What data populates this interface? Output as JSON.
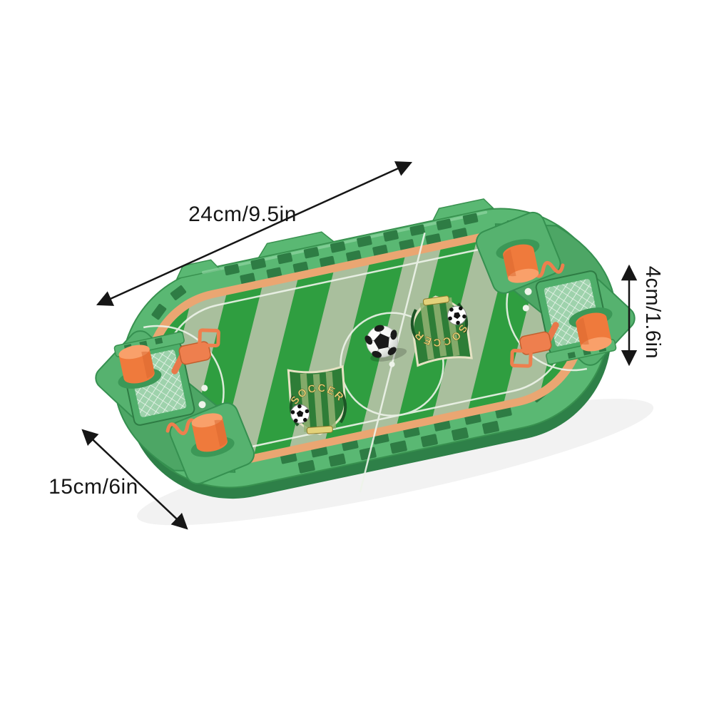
{
  "annotations": {
    "length": {
      "text": "24cm/9.5in"
    },
    "width": {
      "text": "15cm/6in"
    },
    "height": {
      "text": "4cm/1.6in"
    }
  },
  "product": {
    "badge_text": "SOCCER",
    "palette": {
      "wall_green": "#5ab873",
      "wall_green_dark": "#2e8048",
      "wall_outline": "#38914f",
      "window_green": "#2e7c44",
      "stripe_green": "#2f9e40",
      "stripe_sage": "#a9bf9d",
      "track_orange": "#eaa672",
      "knob_orange": "#ef7a3c",
      "launcher_orange": "#ee7f4e",
      "marking_white": "#eef4ea",
      "annotation_color": "#161616",
      "background": "#ffffff"
    }
  }
}
